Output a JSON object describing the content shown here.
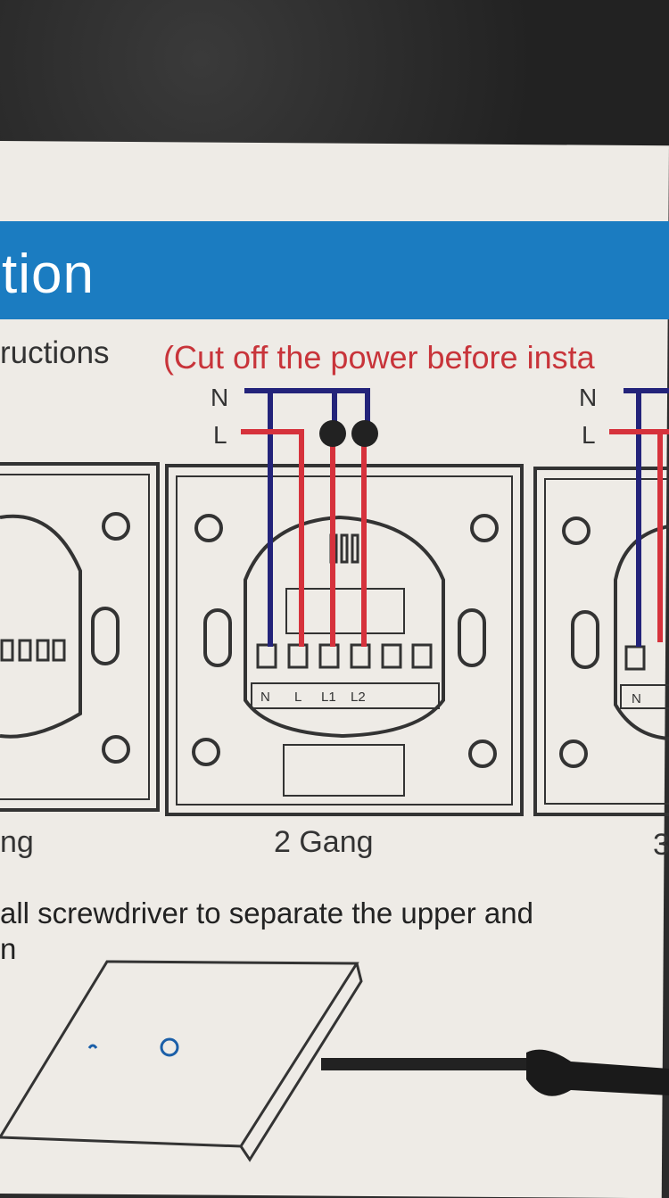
{
  "header": {
    "title_fragment": "tion"
  },
  "instructions": {
    "heading_fragment": "ructions",
    "warning": "(Cut off  the power before insta"
  },
  "wiring": {
    "neutral_label": "N",
    "live_label": "L",
    "terminals": [
      "N",
      "L",
      "L1",
      "L2"
    ],
    "neutral_color": "#23237a",
    "live_color": "#d6323c"
  },
  "panels": [
    {
      "label": "ng"
    },
    {
      "label": "2  Gang"
    },
    {
      "label": "3"
    }
  ],
  "right_panel_terminal": "N",
  "step": {
    "text_line1": "all screwdriver to separate the upper and",
    "text_line2": "n"
  },
  "colors": {
    "band": "#1b7cc1",
    "warning": "#c8343a"
  }
}
